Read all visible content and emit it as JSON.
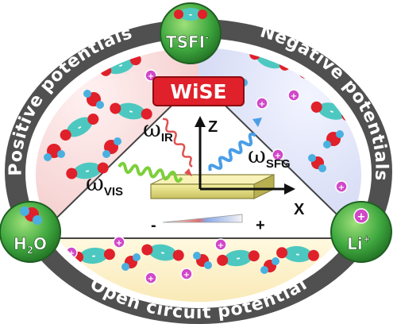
{
  "title": "WiSE",
  "ring": {
    "top_left": "Positive potentials",
    "top_right": "Negative potentials",
    "bottom": "Open circuit potential"
  },
  "badges": {
    "anion": {
      "text": "TSFI",
      "sup": "-"
    },
    "water": {
      "text": "H",
      "sub": "2",
      "text2": "O"
    },
    "cation": {
      "text": "Li",
      "sup": "+"
    }
  },
  "optics": {
    "ir": {
      "omega": "ω",
      "sub": "IR"
    },
    "vis": {
      "omega": "ω",
      "sub": "VIS"
    },
    "sfg": {
      "omega": "ω",
      "sub": "SFG"
    },
    "axis_z": "Z",
    "axis_x": "X",
    "minus": "-",
    "plus": "+"
  },
  "ion_symbols": {
    "anion": "-",
    "cation": "+"
  },
  "colors": {
    "ring": "#5a5a5a",
    "badge_green": "#3fa83f",
    "title_red": "#e0202a",
    "ir_wave": "#e05050",
    "vis_wave": "#7ccf3a",
    "sfg_wave": "#4a9ee8",
    "oxygen": "#e0202a",
    "hydrogen": "#4ab0e0",
    "cation": "#d048c8",
    "anion": "#4dc8c0"
  }
}
